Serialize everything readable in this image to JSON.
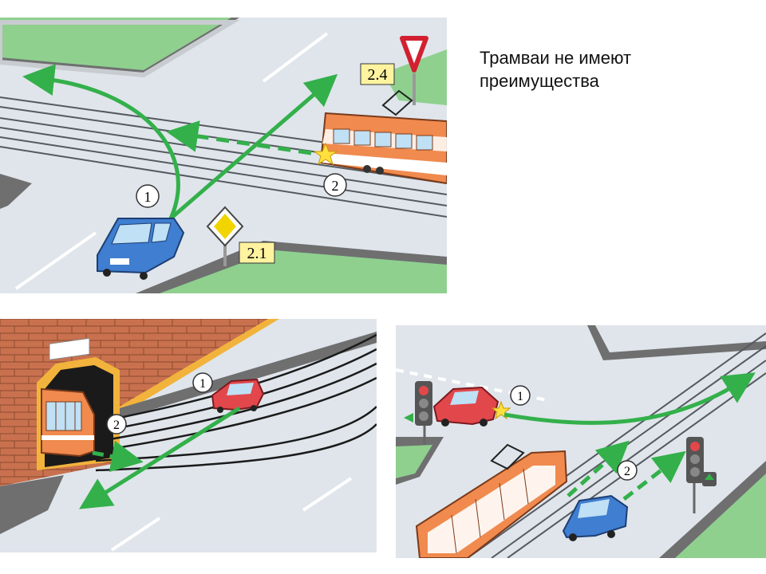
{
  "caption": "Трамваи не имеют\nпреимущества",
  "top_scene": {
    "sign_2_4": "2.4",
    "sign_2_1": "2.1",
    "marker_1": "1",
    "marker_2": "2"
  },
  "bottom_left_scene": {
    "marker_1": "1",
    "marker_2": "2"
  },
  "bottom_right_scene": {
    "marker_1": "1",
    "marker_2": "2"
  },
  "colors": {
    "road": "#dfe5eb",
    "grass": "#8fd08f",
    "curb": "#6f6f70",
    "arrow": "#33b04a",
    "car_blue": "#3f7ed0",
    "car_red": "#e2474b",
    "tram": "#f08a4e",
    "brick": "#c9714e"
  }
}
